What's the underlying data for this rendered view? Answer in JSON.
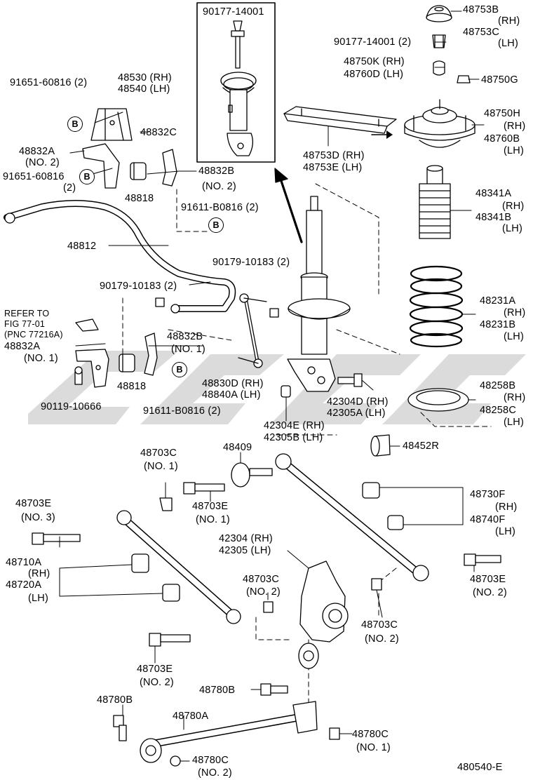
{
  "diagram_id": "480540-E",
  "callouts": {
    "box_title": "90177-14001",
    "shock_rh": "48530 (RH)",
    "shock_lh": "48540 (LH)",
    "bolt_91651_top": "91651-60816 (2)",
    "bracket_48832C": "48832C",
    "bracket_48832A_no2_a": "48832A",
    "bracket_48832A_no2_b": "(NO. 2)",
    "bolt_91651_mid_a": "91651-60816",
    "bolt_91651_mid_b": "(2)",
    "bushing_48818_upper": "48818",
    "bracket_48832B_no2_a": "48832B",
    "bracket_48832B_no2_b": "(NO. 2)",
    "bolt_91611_upper": "91611-B0816 (2)",
    "stabilizer_bar": "48812",
    "nut_90179_right": "90179-10183 (2)",
    "nut_90179_left": "90179-10183 (2)",
    "refer_1": "REFER TO",
    "refer_2": "FIG 77-01",
    "refer_3": "(PNC 77216A)",
    "bracket_48832A_no1_a": "48832A",
    "bracket_48832A_no1_b": "(NO. 1)",
    "bracket_48832B_no1_a": "48832B",
    "bracket_48832B_no1_b": "(NO. 1)",
    "link_rh": "48830D (RH)",
    "link_lh": "48840A (LH)",
    "bushing_48818_lower": "48818",
    "bolt_90119": "90119-10666",
    "bolt_91611_lower": "91611-B0816 (2)",
    "bmark": "B",
    "top_cap_a": "48753B",
    "top_cap_b": "(RH)",
    "top_cap_c": "48753C",
    "top_cap_d": "(LH)",
    "nut_90177_right": "90177-14001 (2)",
    "bushing_48750K": "48750K (RH)",
    "bushing_48760D": "48760D (LH)",
    "nut_48750G": "48750G",
    "plate_rh": "48753D (RH)",
    "plate_lh": "48753E (LH)",
    "mount_a": "48750H",
    "mount_b": "(RH)",
    "mount_c": "48760B",
    "mount_d": "(LH)",
    "boot_a": "48341A",
    "boot_b": "(RH)",
    "boot_c": "48341B",
    "boot_d": "(LH)",
    "spring_a": "48231A",
    "spring_b": "(RH)",
    "spring_c": "48231B",
    "spring_d": "(LH)",
    "insulator_a": "48258B",
    "insulator_b": "(RH)",
    "insulator_c": "48258C",
    "insulator_d": "(LH)",
    "bolt_42304D": "42304D (RH)",
    "bolt_42305A": "42305A (LH)",
    "bush_42304E": "42304E (RH)",
    "bush_42305B": "42305B (LH)",
    "cam_48409": "48409",
    "bush_48452": "48452R",
    "nut_48703C_no1_a": "48703C",
    "nut_48703C_no1_b": "(NO. 1)",
    "bolt_48703E_no1_a": "48703E",
    "bolt_48703E_no1_b": "(NO. 1)",
    "bolt_48703E_no3_a": "48703E",
    "bolt_48703E_no3_b": "(NO. 3)",
    "bush_48730F": "48730F",
    "bush_48730F_rh": "(RH)",
    "bush_48740F": "48740F",
    "bush_48740F_lh": "(LH)",
    "carrier_rh": "42304 (RH)",
    "carrier_lh": "42305 (LH)",
    "arm_48710A": "48710A",
    "arm_48710A_rh": "(RH)",
    "arm_48720A": "48720A",
    "arm_48720A_lh": "(LH)",
    "nut_48703C_no2_a": "48703C",
    "nut_48703C_no2_b": "(NO. 2)",
    "bolt_48703E_no2_right_a": "48703E",
    "bolt_48703E_no2_right_b": "(NO. 2)",
    "nut_48703C_no2_right_a": "48703C",
    "nut_48703C_no2_right_b": "(NO. 2)",
    "bolt_48703E_no2_left_a": "48703E",
    "bolt_48703E_no2_left_b": "(NO. 2)",
    "bolt_48780B_mid": "48780B",
    "bolt_48780B_left": "48780B",
    "arm_48780A": "48780A",
    "nut_48780C_no1_a": "48780C",
    "nut_48780C_no1_b": "(NO. 1)",
    "nut_48780C_no2_a": "48780C",
    "nut_48780C_no2_b": "(NO. 2)"
  }
}
